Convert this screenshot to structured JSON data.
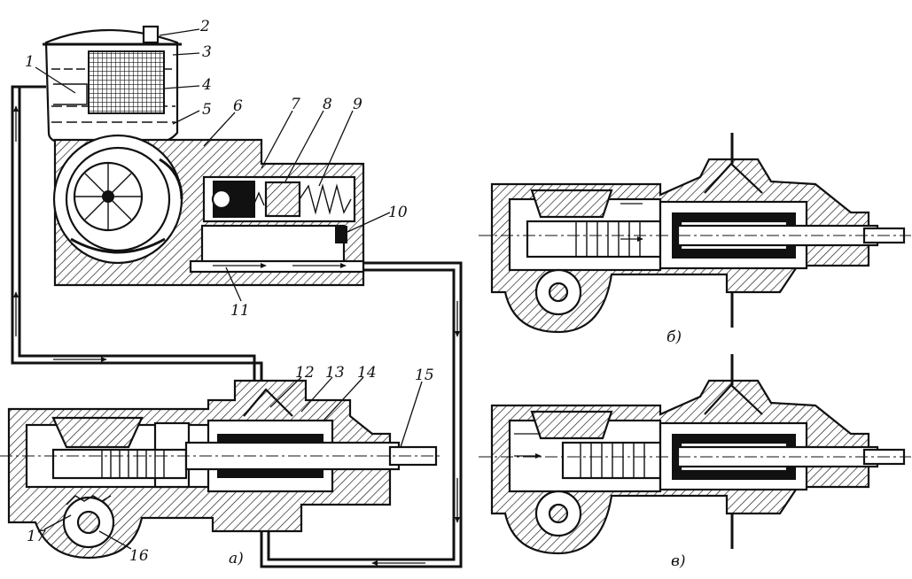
{
  "figure": {
    "part_numbers": [
      "1",
      "2",
      "3",
      "4",
      "5",
      "6",
      "7",
      "8",
      "9",
      "10",
      "11",
      "12",
      "13",
      "14",
      "15",
      "16",
      "17"
    ],
    "view_labels": {
      "a": "а)",
      "b": "б)",
      "c": "в)"
    }
  },
  "colors": {
    "ink": "#111111",
    "paper": "#ffffff"
  }
}
